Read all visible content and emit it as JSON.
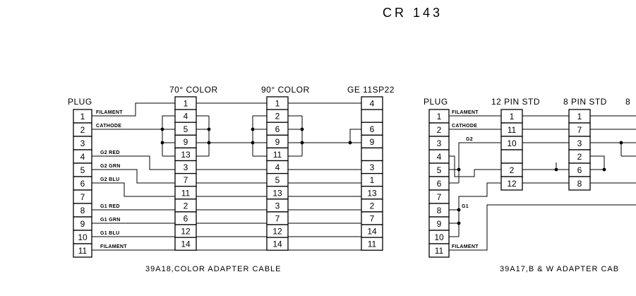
{
  "title": "CR 143",
  "left": {
    "plug_header": "PLUG",
    "plug_pins": [
      "1",
      "2",
      "3",
      "4",
      "5",
      "6",
      "7",
      "8",
      "9",
      "10",
      "11"
    ],
    "col1_header": "70° COLOR",
    "col1_pins": [
      "1",
      "4",
      "5",
      "9",
      "13",
      "3",
      "7",
      "11",
      "2",
      "6",
      "12",
      "14"
    ],
    "col2_header": "90° COLOR",
    "col2_pins": [
      "1",
      "2",
      "6",
      "9",
      "11",
      "4",
      "5",
      "13",
      "3",
      "7",
      "12",
      "14"
    ],
    "col3_header": "GE 11SP22",
    "col3_pins": [
      "4",
      "",
      "6",
      "9",
      "",
      "3",
      "1",
      "13",
      "2",
      "7",
      "14",
      "11"
    ],
    "wire_labels": [
      "FILAMENT",
      "CATHODE",
      "G2 RED",
      "G2 GRN",
      "G2 BLU",
      "G1 RED",
      "G1 GRN",
      "G1 BLU",
      "FILAMENT"
    ],
    "caption": "39A18,COLOR  ADAPTER  CABLE"
  },
  "right": {
    "plug_header": "PLUG",
    "plug_pins": [
      "1",
      "2",
      "3",
      "4",
      "5",
      "6",
      "7",
      "8",
      "9",
      "10",
      "11"
    ],
    "col1_header": "12 PIN STD",
    "col1_pins": [
      "1",
      "11",
      "10",
      "",
      "2",
      "12"
    ],
    "col2_header": "8 PIN STD",
    "col2_pins": [
      "1",
      "7",
      "3",
      "2",
      "6",
      "8"
    ],
    "col3_header": "8",
    "wire_labels": [
      "FILAMENT",
      "CATHODE",
      "G2",
      "G1",
      "FILAMENT"
    ],
    "caption": "39A17,B & W  ADAPTER  CAB"
  }
}
